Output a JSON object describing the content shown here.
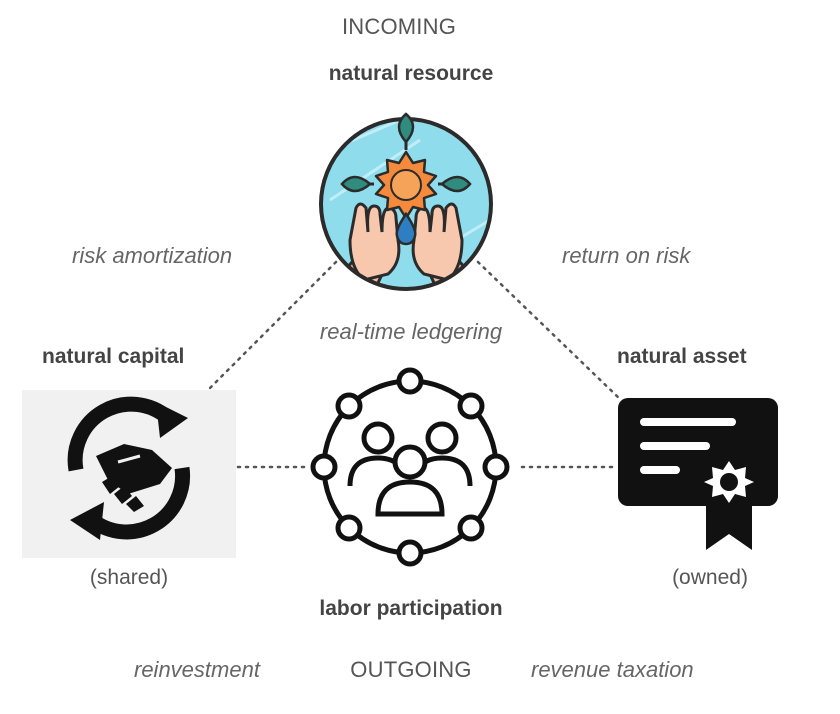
{
  "diagram": {
    "incoming_label": "INCOMING",
    "outgoing_label": "OUTGOING",
    "nodes": {
      "resource": {
        "title": "natural resource",
        "icon": "hands-water-sun-leaves-icon"
      },
      "capital": {
        "title": "natural capital",
        "note": "(shared)",
        "icon": "handshake-cycle-icon"
      },
      "asset": {
        "title": "natural asset",
        "note": "(owned)",
        "icon": "certificate-icon"
      },
      "labor": {
        "title": "labor participation",
        "icon": "community-network-icon"
      }
    },
    "edges": {
      "left_top": "risk amortization",
      "right_top": "return on risk",
      "center": "real-time ledgering",
      "left_bottom": "reinvestment",
      "right_bottom": "revenue taxation"
    },
    "colors": {
      "circle_fill": "#8fdcec",
      "circle_border": "#2b2b2b",
      "sun": "#f58a3c",
      "leaf": "#2f8c7e",
      "hand": "#f4b99a",
      "droplet": "#2d7fc1",
      "icon_black": "#111111",
      "dotted_line": "#555555"
    }
  }
}
